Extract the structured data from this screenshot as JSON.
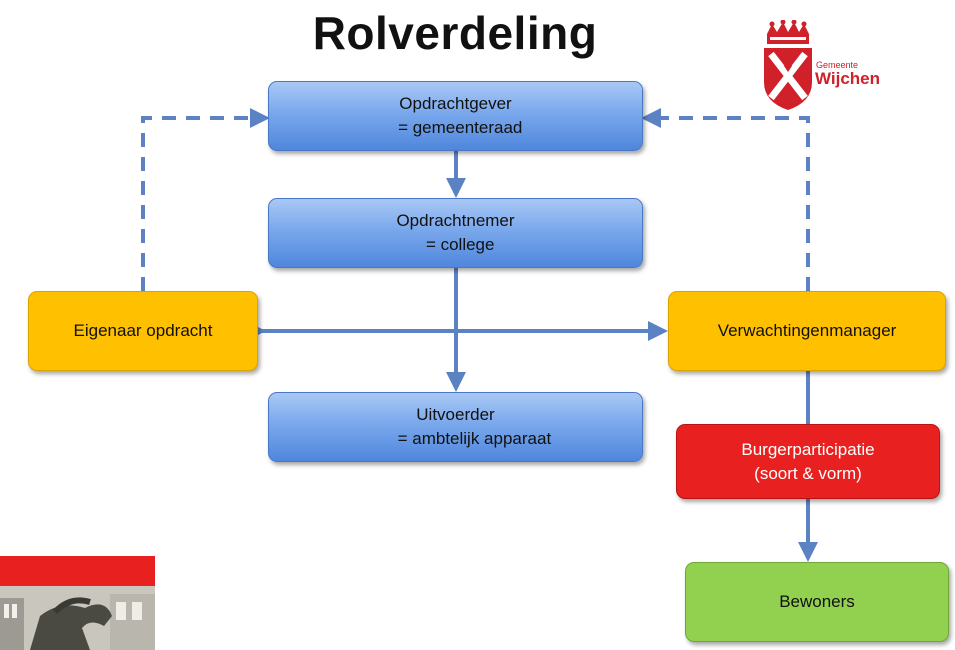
{
  "title": "Rolverdeling",
  "logo": {
    "small_text": "Gemeente",
    "big_text": "Wijchen"
  },
  "boxes": {
    "opdrachtgever": "Opdrachtgever\n  = gemeenteraad",
    "opdrachtnemer": "Opdrachtnemer\n  = college",
    "uitvoerder": "Uitvoerder\n        = ambtelijk apparaat",
    "eigenaar": "Eigenaar opdracht",
    "verwachtingen": "Verwachtingenmanager",
    "burgerparticipatie": "Burgerparticipatie\n(soort & vorm)",
    "bewoners": "Bewoners"
  },
  "colors": {
    "blue_box": "#4f86dc",
    "orange_box": "#ffc000",
    "red_box": "#e8201f",
    "green_box": "#92d050",
    "connector": "#5b83c3"
  }
}
